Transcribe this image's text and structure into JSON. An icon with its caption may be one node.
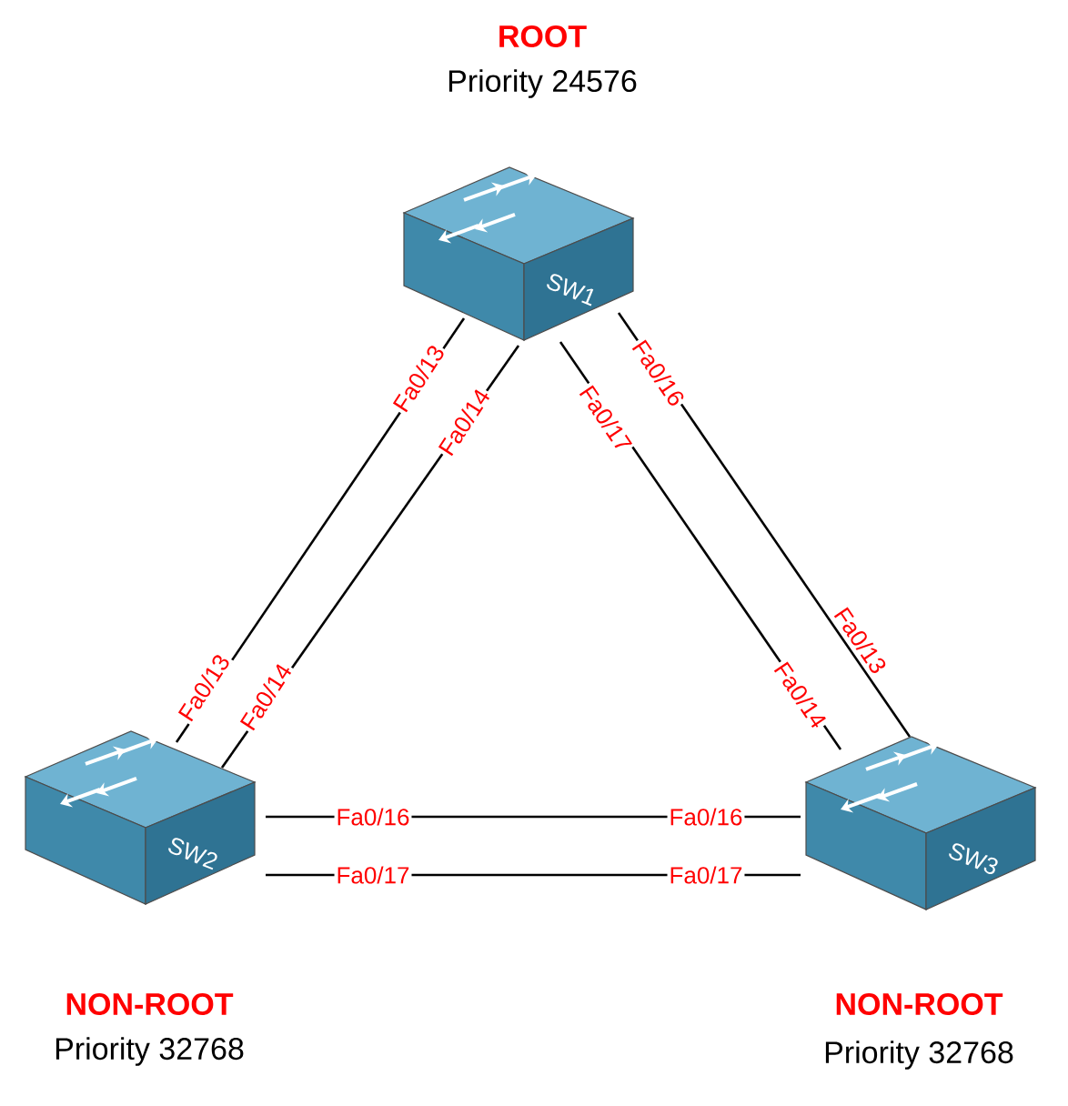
{
  "diagram": {
    "nodes": [
      {
        "text": [
          "SW1"
        ],
        "beside": [
          "ROOT",
          "Priority 24576"
        ]
      },
      {
        "text": [
          "SW2"
        ],
        "beside": [
          "NON-ROOT",
          "Priority 32768"
        ]
      },
      {
        "text": [
          "SW3"
        ],
        "beside": [
          "NON-ROOT",
          "Priority 32768"
        ]
      }
    ],
    "edges": [
      {
        "from": 0,
        "to": 1,
        "arrow": "none"
      },
      {
        "from": 0,
        "to": 1,
        "arrow": "none"
      },
      {
        "from": 0,
        "to": 2,
        "arrow": "none"
      },
      {
        "from": 0,
        "to": 2,
        "arrow": "none"
      },
      {
        "from": 1,
        "to": 2,
        "arrow": "none"
      },
      {
        "from": 1,
        "to": 2,
        "arrow": "none"
      }
    ],
    "labels": [
      "Fa0/13",
      "Fa0/14",
      "Fa0/17",
      "Fa0/16",
      "Fa0/13",
      "Fa0/14",
      "Fa0/14",
      "Fa0/13",
      "Fa0/16",
      "Fa0/16",
      "Fa0/17",
      "Fa0/17"
    ]
  }
}
